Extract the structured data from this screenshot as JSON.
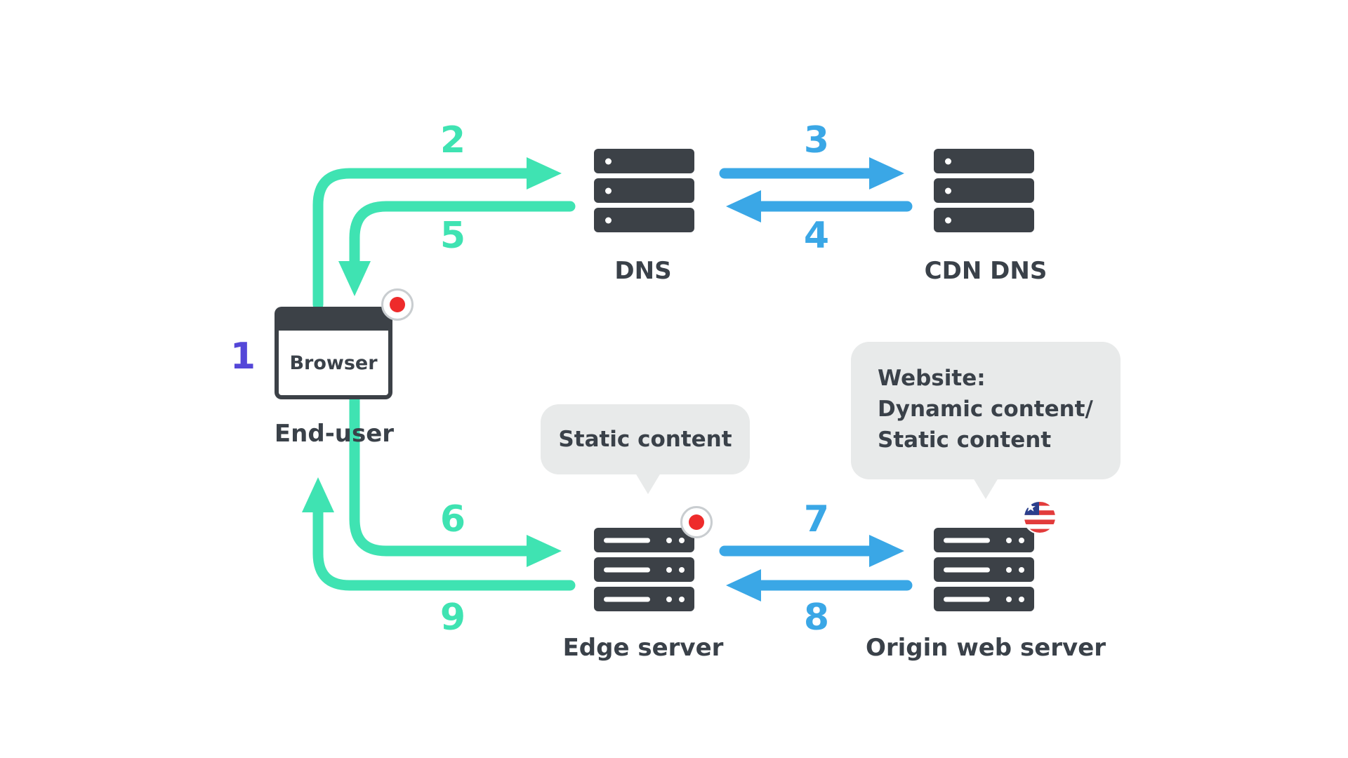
{
  "colors": {
    "teal_arrow": "#3FE3B2",
    "blue_arrow": "#3AA7E6",
    "purple_step": "#5447D8",
    "ink_text": "#3A4149",
    "server_dark": "#3C4147",
    "bubble_bg": "#E8EAEA",
    "record_red": "#EE2B2B"
  },
  "icons": {
    "browser": "browser-window-icon",
    "dns": "server-stack-icon",
    "cdn_dns": "server-stack-icon",
    "edge_server": "server-rack-icon",
    "origin_server": "server-rack-icon",
    "record": "record-dot-icon",
    "flag": "us-flag-icon"
  },
  "nodes": {
    "end_user": {
      "label": "End-user",
      "browser_title": "Browser"
    },
    "dns": {
      "label": "DNS"
    },
    "cdn_dns": {
      "label": "CDN DNS"
    },
    "edge_server": {
      "label": "Edge server"
    },
    "origin_server": {
      "label": "Origin web server"
    }
  },
  "bubbles": {
    "static_content": {
      "text": "Static content"
    },
    "website": {
      "line1": "Website:",
      "line2": "Dynamic content/",
      "line3": "Static content"
    }
  },
  "steps": {
    "1": "1",
    "2": "2",
    "3": "3",
    "4": "4",
    "5": "5",
    "6": "6",
    "7": "7",
    "8": "8",
    "9": "9"
  }
}
